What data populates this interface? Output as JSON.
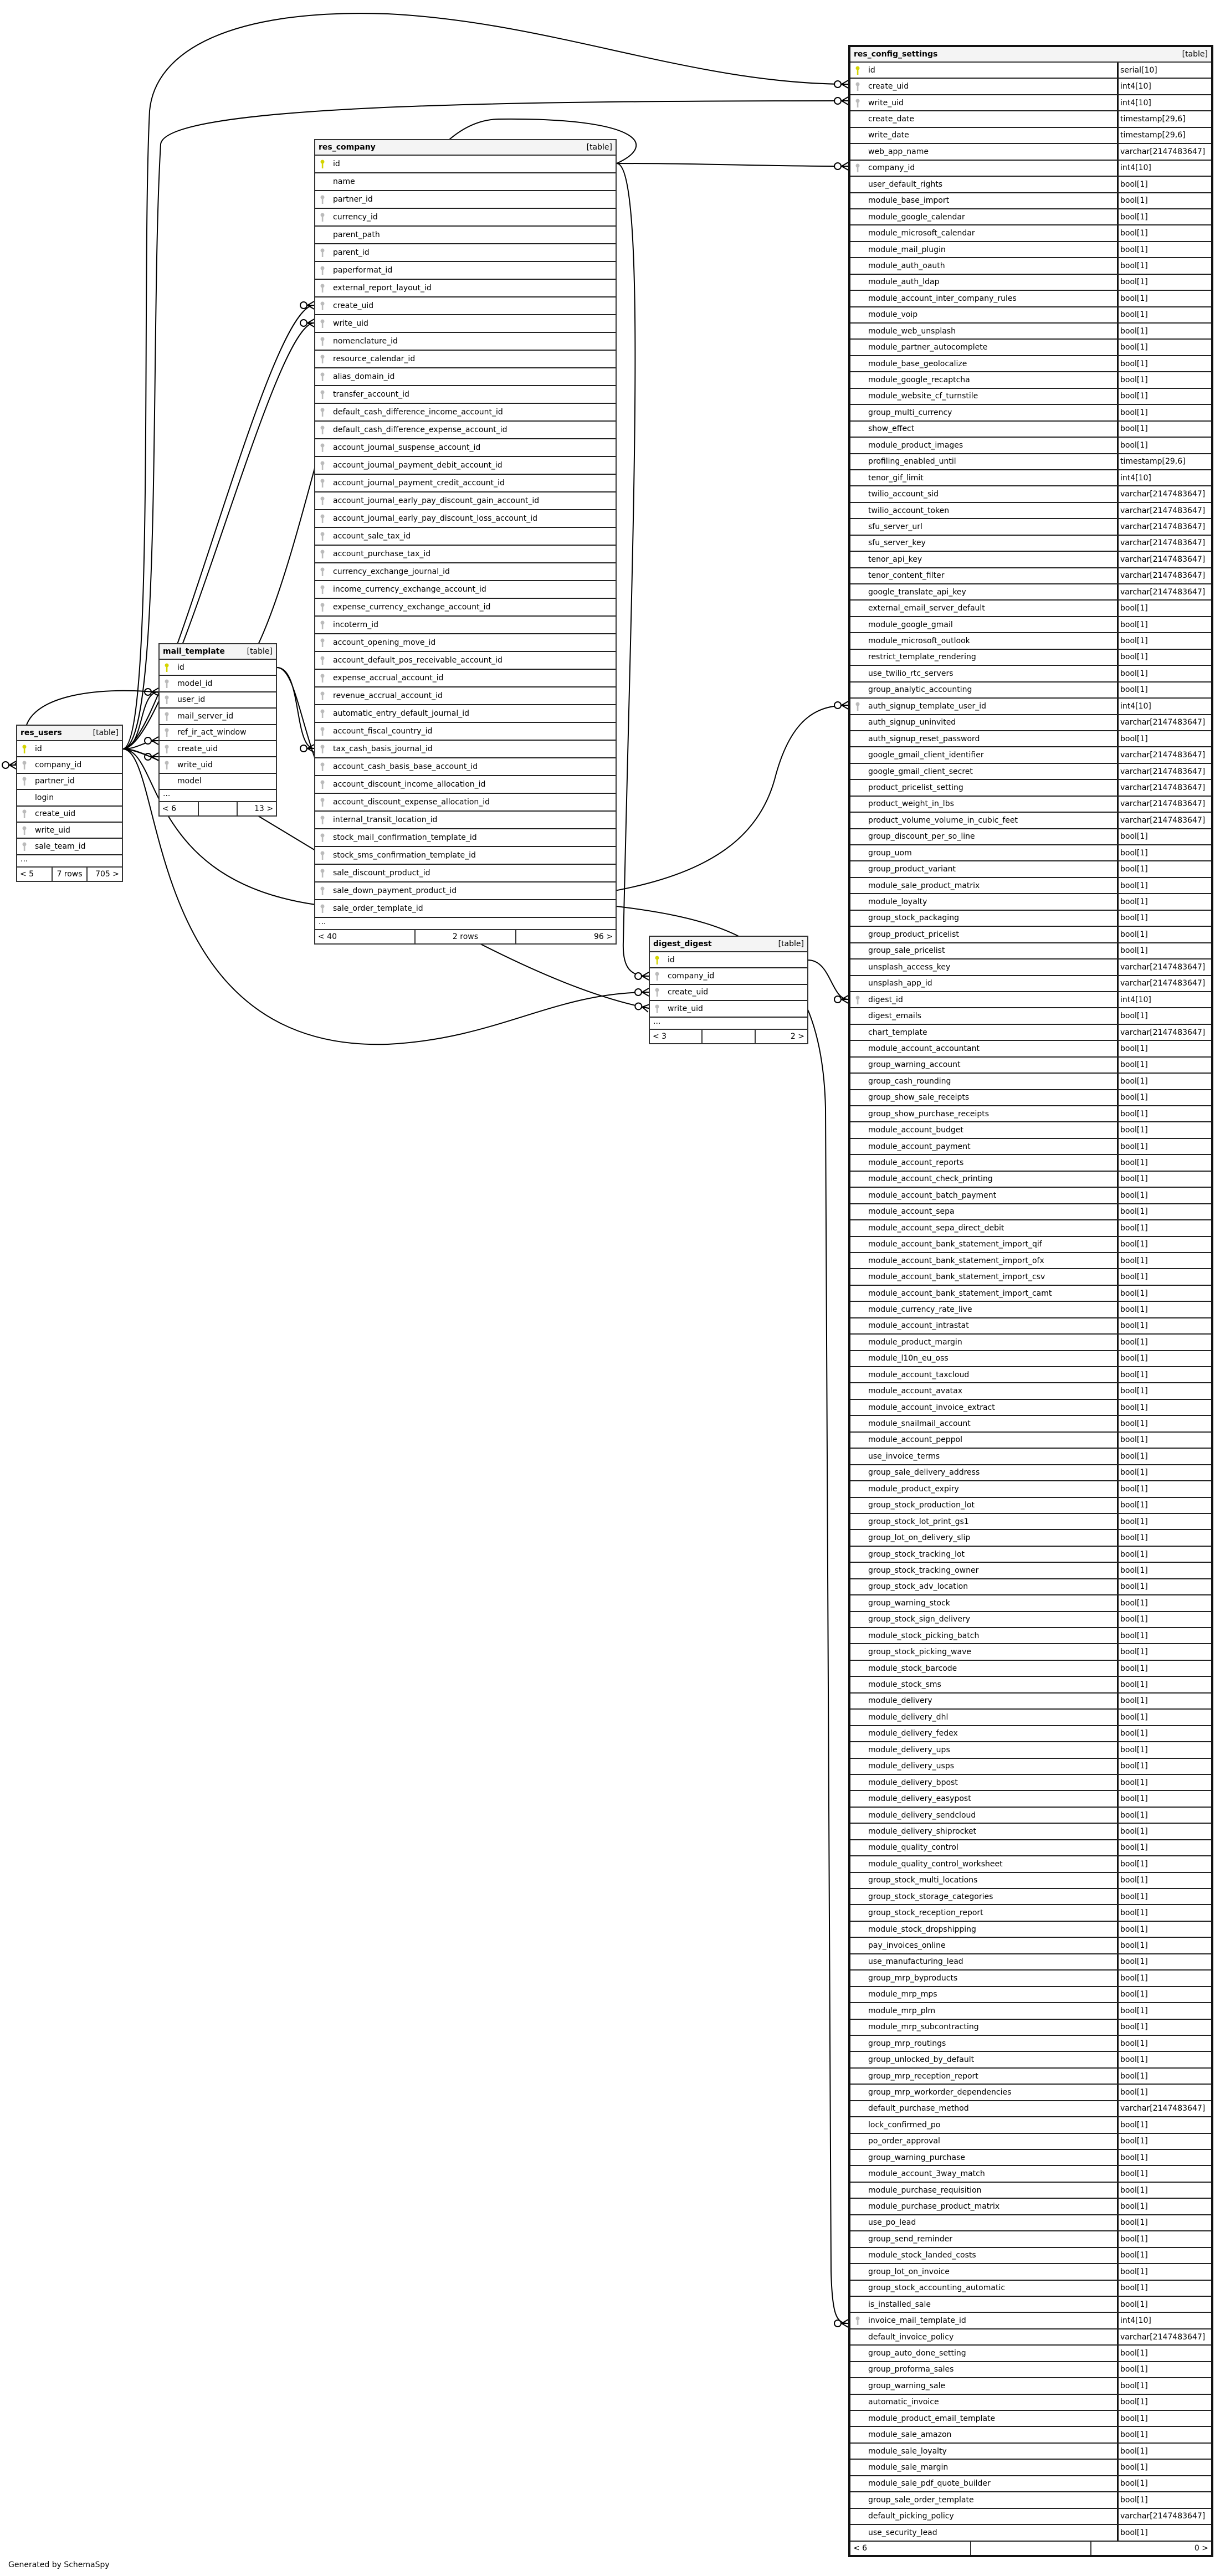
{
  "footer_text": "Generated by SchemaSpy",
  "colors": {
    "pk_key": "#d4d400",
    "fk_key": "#bbbbbb"
  },
  "tables": {
    "res_config_settings": {
      "name": "res_config_settings",
      "kind": "[table]",
      "columns": [
        [
          "id",
          "serial[10]",
          "pk"
        ],
        [
          "create_uid",
          "int4[10]",
          "fk"
        ],
        [
          "write_uid",
          "int4[10]",
          "fk"
        ],
        [
          "create_date",
          "timestamp[29,6]",
          ""
        ],
        [
          "write_date",
          "timestamp[29,6]",
          ""
        ],
        [
          "web_app_name",
          "varchar[2147483647]",
          ""
        ],
        [
          "company_id",
          "int4[10]",
          "fk"
        ],
        [
          "user_default_rights",
          "bool[1]",
          ""
        ],
        [
          "module_base_import",
          "bool[1]",
          ""
        ],
        [
          "module_google_calendar",
          "bool[1]",
          ""
        ],
        [
          "module_microsoft_calendar",
          "bool[1]",
          ""
        ],
        [
          "module_mail_plugin",
          "bool[1]",
          ""
        ],
        [
          "module_auth_oauth",
          "bool[1]",
          ""
        ],
        [
          "module_auth_ldap",
          "bool[1]",
          ""
        ],
        [
          "module_account_inter_company_rules",
          "bool[1]",
          ""
        ],
        [
          "module_voip",
          "bool[1]",
          ""
        ],
        [
          "module_web_unsplash",
          "bool[1]",
          ""
        ],
        [
          "module_partner_autocomplete",
          "bool[1]",
          ""
        ],
        [
          "module_base_geolocalize",
          "bool[1]",
          ""
        ],
        [
          "module_google_recaptcha",
          "bool[1]",
          ""
        ],
        [
          "module_website_cf_turnstile",
          "bool[1]",
          ""
        ],
        [
          "group_multi_currency",
          "bool[1]",
          ""
        ],
        [
          "show_effect",
          "bool[1]",
          ""
        ],
        [
          "module_product_images",
          "bool[1]",
          ""
        ],
        [
          "profiling_enabled_until",
          "timestamp[29,6]",
          ""
        ],
        [
          "tenor_gif_limit",
          "int4[10]",
          ""
        ],
        [
          "twilio_account_sid",
          "varchar[2147483647]",
          ""
        ],
        [
          "twilio_account_token",
          "varchar[2147483647]",
          ""
        ],
        [
          "sfu_server_url",
          "varchar[2147483647]",
          ""
        ],
        [
          "sfu_server_key",
          "varchar[2147483647]",
          ""
        ],
        [
          "tenor_api_key",
          "varchar[2147483647]",
          ""
        ],
        [
          "tenor_content_filter",
          "varchar[2147483647]",
          ""
        ],
        [
          "google_translate_api_key",
          "varchar[2147483647]",
          ""
        ],
        [
          "external_email_server_default",
          "bool[1]",
          ""
        ],
        [
          "module_google_gmail",
          "bool[1]",
          ""
        ],
        [
          "module_microsoft_outlook",
          "bool[1]",
          ""
        ],
        [
          "restrict_template_rendering",
          "bool[1]",
          ""
        ],
        [
          "use_twilio_rtc_servers",
          "bool[1]",
          ""
        ],
        [
          "group_analytic_accounting",
          "bool[1]",
          ""
        ],
        [
          "auth_signup_template_user_id",
          "int4[10]",
          "fk"
        ],
        [
          "auth_signup_uninvited",
          "varchar[2147483647]",
          ""
        ],
        [
          "auth_signup_reset_password",
          "bool[1]",
          ""
        ],
        [
          "google_gmail_client_identifier",
          "varchar[2147483647]",
          ""
        ],
        [
          "google_gmail_client_secret",
          "varchar[2147483647]",
          ""
        ],
        [
          "product_pricelist_setting",
          "varchar[2147483647]",
          ""
        ],
        [
          "product_weight_in_lbs",
          "varchar[2147483647]",
          ""
        ],
        [
          "product_volume_volume_in_cubic_feet",
          "varchar[2147483647]",
          ""
        ],
        [
          "group_discount_per_so_line",
          "bool[1]",
          ""
        ],
        [
          "group_uom",
          "bool[1]",
          ""
        ],
        [
          "group_product_variant",
          "bool[1]",
          ""
        ],
        [
          "module_sale_product_matrix",
          "bool[1]",
          ""
        ],
        [
          "module_loyalty",
          "bool[1]",
          ""
        ],
        [
          "group_stock_packaging",
          "bool[1]",
          ""
        ],
        [
          "group_product_pricelist",
          "bool[1]",
          ""
        ],
        [
          "group_sale_pricelist",
          "bool[1]",
          ""
        ],
        [
          "unsplash_access_key",
          "varchar[2147483647]",
          ""
        ],
        [
          "unsplash_app_id",
          "varchar[2147483647]",
          ""
        ],
        [
          "digest_id",
          "int4[10]",
          "fk"
        ],
        [
          "digest_emails",
          "bool[1]",
          ""
        ],
        [
          "chart_template",
          "varchar[2147483647]",
          ""
        ],
        [
          "module_account_accountant",
          "bool[1]",
          ""
        ],
        [
          "group_warning_account",
          "bool[1]",
          ""
        ],
        [
          "group_cash_rounding",
          "bool[1]",
          ""
        ],
        [
          "group_show_sale_receipts",
          "bool[1]",
          ""
        ],
        [
          "group_show_purchase_receipts",
          "bool[1]",
          ""
        ],
        [
          "module_account_budget",
          "bool[1]",
          ""
        ],
        [
          "module_account_payment",
          "bool[1]",
          ""
        ],
        [
          "module_account_reports",
          "bool[1]",
          ""
        ],
        [
          "module_account_check_printing",
          "bool[1]",
          ""
        ],
        [
          "module_account_batch_payment",
          "bool[1]",
          ""
        ],
        [
          "module_account_sepa",
          "bool[1]",
          ""
        ],
        [
          "module_account_sepa_direct_debit",
          "bool[1]",
          ""
        ],
        [
          "module_account_bank_statement_import_qif",
          "bool[1]",
          ""
        ],
        [
          "module_account_bank_statement_import_ofx",
          "bool[1]",
          ""
        ],
        [
          "module_account_bank_statement_import_csv",
          "bool[1]",
          ""
        ],
        [
          "module_account_bank_statement_import_camt",
          "bool[1]",
          ""
        ],
        [
          "module_currency_rate_live",
          "bool[1]",
          ""
        ],
        [
          "module_account_intrastat",
          "bool[1]",
          ""
        ],
        [
          "module_product_margin",
          "bool[1]",
          ""
        ],
        [
          "module_l10n_eu_oss",
          "bool[1]",
          ""
        ],
        [
          "module_account_taxcloud",
          "bool[1]",
          ""
        ],
        [
          "module_account_avatax",
          "bool[1]",
          ""
        ],
        [
          "module_account_invoice_extract",
          "bool[1]",
          ""
        ],
        [
          "module_snailmail_account",
          "bool[1]",
          ""
        ],
        [
          "module_account_peppol",
          "bool[1]",
          ""
        ],
        [
          "use_invoice_terms",
          "bool[1]",
          ""
        ],
        [
          "group_sale_delivery_address",
          "bool[1]",
          ""
        ],
        [
          "module_product_expiry",
          "bool[1]",
          ""
        ],
        [
          "group_stock_production_lot",
          "bool[1]",
          ""
        ],
        [
          "group_stock_lot_print_gs1",
          "bool[1]",
          ""
        ],
        [
          "group_lot_on_delivery_slip",
          "bool[1]",
          ""
        ],
        [
          "group_stock_tracking_lot",
          "bool[1]",
          ""
        ],
        [
          "group_stock_tracking_owner",
          "bool[1]",
          ""
        ],
        [
          "group_stock_adv_location",
          "bool[1]",
          ""
        ],
        [
          "group_warning_stock",
          "bool[1]",
          ""
        ],
        [
          "group_stock_sign_delivery",
          "bool[1]",
          ""
        ],
        [
          "module_stock_picking_batch",
          "bool[1]",
          ""
        ],
        [
          "group_stock_picking_wave",
          "bool[1]",
          ""
        ],
        [
          "module_stock_barcode",
          "bool[1]",
          ""
        ],
        [
          "module_stock_sms",
          "bool[1]",
          ""
        ],
        [
          "module_delivery",
          "bool[1]",
          ""
        ],
        [
          "module_delivery_dhl",
          "bool[1]",
          ""
        ],
        [
          "module_delivery_fedex",
          "bool[1]",
          ""
        ],
        [
          "module_delivery_ups",
          "bool[1]",
          ""
        ],
        [
          "module_delivery_usps",
          "bool[1]",
          ""
        ],
        [
          "module_delivery_bpost",
          "bool[1]",
          ""
        ],
        [
          "module_delivery_easypost",
          "bool[1]",
          ""
        ],
        [
          "module_delivery_sendcloud",
          "bool[1]",
          ""
        ],
        [
          "module_delivery_shiprocket",
          "bool[1]",
          ""
        ],
        [
          "module_quality_control",
          "bool[1]",
          ""
        ],
        [
          "module_quality_control_worksheet",
          "bool[1]",
          ""
        ],
        [
          "group_stock_multi_locations",
          "bool[1]",
          ""
        ],
        [
          "group_stock_storage_categories",
          "bool[1]",
          ""
        ],
        [
          "group_stock_reception_report",
          "bool[1]",
          ""
        ],
        [
          "module_stock_dropshipping",
          "bool[1]",
          ""
        ],
        [
          "pay_invoices_online",
          "bool[1]",
          ""
        ],
        [
          "use_manufacturing_lead",
          "bool[1]",
          ""
        ],
        [
          "group_mrp_byproducts",
          "bool[1]",
          ""
        ],
        [
          "module_mrp_mps",
          "bool[1]",
          ""
        ],
        [
          "module_mrp_plm",
          "bool[1]",
          ""
        ],
        [
          "module_mrp_subcontracting",
          "bool[1]",
          ""
        ],
        [
          "group_mrp_routings",
          "bool[1]",
          ""
        ],
        [
          "group_unlocked_by_default",
          "bool[1]",
          ""
        ],
        [
          "group_mrp_reception_report",
          "bool[1]",
          ""
        ],
        [
          "group_mrp_workorder_dependencies",
          "bool[1]",
          ""
        ],
        [
          "default_purchase_method",
          "varchar[2147483647]",
          ""
        ],
        [
          "lock_confirmed_po",
          "bool[1]",
          ""
        ],
        [
          "po_order_approval",
          "bool[1]",
          ""
        ],
        [
          "group_warning_purchase",
          "bool[1]",
          ""
        ],
        [
          "module_account_3way_match",
          "bool[1]",
          ""
        ],
        [
          "module_purchase_requisition",
          "bool[1]",
          ""
        ],
        [
          "module_purchase_product_matrix",
          "bool[1]",
          ""
        ],
        [
          "use_po_lead",
          "bool[1]",
          ""
        ],
        [
          "group_send_reminder",
          "bool[1]",
          ""
        ],
        [
          "module_stock_landed_costs",
          "bool[1]",
          ""
        ],
        [
          "group_lot_on_invoice",
          "bool[1]",
          ""
        ],
        [
          "group_stock_accounting_automatic",
          "bool[1]",
          ""
        ],
        [
          "is_installed_sale",
          "bool[1]",
          ""
        ],
        [
          "invoice_mail_template_id",
          "int4[10]",
          "fk"
        ],
        [
          "default_invoice_policy",
          "varchar[2147483647]",
          ""
        ],
        [
          "group_auto_done_setting",
          "bool[1]",
          ""
        ],
        [
          "group_proforma_sales",
          "bool[1]",
          ""
        ],
        [
          "group_warning_sale",
          "bool[1]",
          ""
        ],
        [
          "automatic_invoice",
          "bool[1]",
          ""
        ],
        [
          "module_product_email_template",
          "bool[1]",
          ""
        ],
        [
          "module_sale_amazon",
          "bool[1]",
          ""
        ],
        [
          "module_sale_loyalty",
          "bool[1]",
          ""
        ],
        [
          "module_sale_margin",
          "bool[1]",
          ""
        ],
        [
          "module_sale_pdf_quote_builder",
          "bool[1]",
          ""
        ],
        [
          "group_sale_order_template",
          "bool[1]",
          ""
        ],
        [
          "default_picking_policy",
          "varchar[2147483647]",
          ""
        ],
        [
          "use_security_lead",
          "bool[1]",
          ""
        ]
      ],
      "ellipsis": null,
      "footer": [
        "< 6",
        "",
        "0 >"
      ]
    },
    "res_company": {
      "name": "res_company",
      "kind": "[table]",
      "columns": [
        [
          "id",
          "pk"
        ],
        [
          "name",
          ""
        ],
        [
          "partner_id",
          "fk"
        ],
        [
          "currency_id",
          "fk"
        ],
        [
          "parent_path",
          ""
        ],
        [
          "parent_id",
          "fk"
        ],
        [
          "paperformat_id",
          "fk"
        ],
        [
          "external_report_layout_id",
          "fk"
        ],
        [
          "create_uid",
          "fk"
        ],
        [
          "write_uid",
          "fk"
        ],
        [
          "nomenclature_id",
          "fk"
        ],
        [
          "resource_calendar_id",
          "fk"
        ],
        [
          "alias_domain_id",
          "fk"
        ],
        [
          "transfer_account_id",
          "fk"
        ],
        [
          "default_cash_difference_income_account_id",
          "fk"
        ],
        [
          "default_cash_difference_expense_account_id",
          "fk"
        ],
        [
          "account_journal_suspense_account_id",
          "fk"
        ],
        [
          "account_journal_payment_debit_account_id",
          "fk"
        ],
        [
          "account_journal_payment_credit_account_id",
          "fk"
        ],
        [
          "account_journal_early_pay_discount_gain_account_id",
          "fk"
        ],
        [
          "account_journal_early_pay_discount_loss_account_id",
          "fk"
        ],
        [
          "account_sale_tax_id",
          "fk"
        ],
        [
          "account_purchase_tax_id",
          "fk"
        ],
        [
          "currency_exchange_journal_id",
          "fk"
        ],
        [
          "income_currency_exchange_account_id",
          "fk"
        ],
        [
          "expense_currency_exchange_account_id",
          "fk"
        ],
        [
          "incoterm_id",
          "fk"
        ],
        [
          "account_opening_move_id",
          "fk"
        ],
        [
          "account_default_pos_receivable_account_id",
          "fk"
        ],
        [
          "expense_accrual_account_id",
          "fk"
        ],
        [
          "revenue_accrual_account_id",
          "fk"
        ],
        [
          "automatic_entry_default_journal_id",
          "fk"
        ],
        [
          "account_fiscal_country_id",
          "fk"
        ],
        [
          "tax_cash_basis_journal_id",
          "fk"
        ],
        [
          "account_cash_basis_base_account_id",
          "fk"
        ],
        [
          "account_discount_income_allocation_id",
          "fk"
        ],
        [
          "account_discount_expense_allocation_id",
          "fk"
        ],
        [
          "internal_transit_location_id",
          "fk"
        ],
        [
          "stock_mail_confirmation_template_id",
          "fk"
        ],
        [
          "stock_sms_confirmation_template_id",
          "fk"
        ],
        [
          "sale_discount_product_id",
          "fk"
        ],
        [
          "sale_down_payment_product_id",
          "fk"
        ],
        [
          "sale_order_template_id",
          "fk"
        ]
      ],
      "ellipsis": "...",
      "footer": [
        "< 40",
        "2 rows",
        "96 >"
      ]
    },
    "mail_template": {
      "name": "mail_template",
      "kind": "[table]",
      "columns": [
        [
          "id",
          "pk"
        ],
        [
          "model_id",
          "fk"
        ],
        [
          "user_id",
          "fk"
        ],
        [
          "mail_server_id",
          "fk"
        ],
        [
          "ref_ir_act_window",
          "fk"
        ],
        [
          "create_uid",
          "fk"
        ],
        [
          "write_uid",
          "fk"
        ],
        [
          "model",
          ""
        ]
      ],
      "ellipsis": "...",
      "footer": [
        "< 6",
        "",
        "13 >"
      ]
    },
    "res_users": {
      "name": "res_users",
      "kind": "[table]",
      "columns": [
        [
          "id",
          "pk"
        ],
        [
          "company_id",
          "fk"
        ],
        [
          "partner_id",
          "fk"
        ],
        [
          "login",
          ""
        ],
        [
          "create_uid",
          "fk"
        ],
        [
          "write_uid",
          "fk"
        ],
        [
          "sale_team_id",
          "fk"
        ]
      ],
      "ellipsis": "...",
      "footer": [
        "< 5",
        "7 rows",
        "705 >"
      ]
    },
    "digest_digest": {
      "name": "digest_digest",
      "kind": "[table]",
      "columns": [
        [
          "id",
          "pk"
        ],
        [
          "company_id",
          "fk"
        ],
        [
          "create_uid",
          "fk"
        ],
        [
          "write_uid",
          "fk"
        ]
      ],
      "ellipsis": "...",
      "footer": [
        "< 3",
        "",
        "2 >"
      ]
    }
  }
}
